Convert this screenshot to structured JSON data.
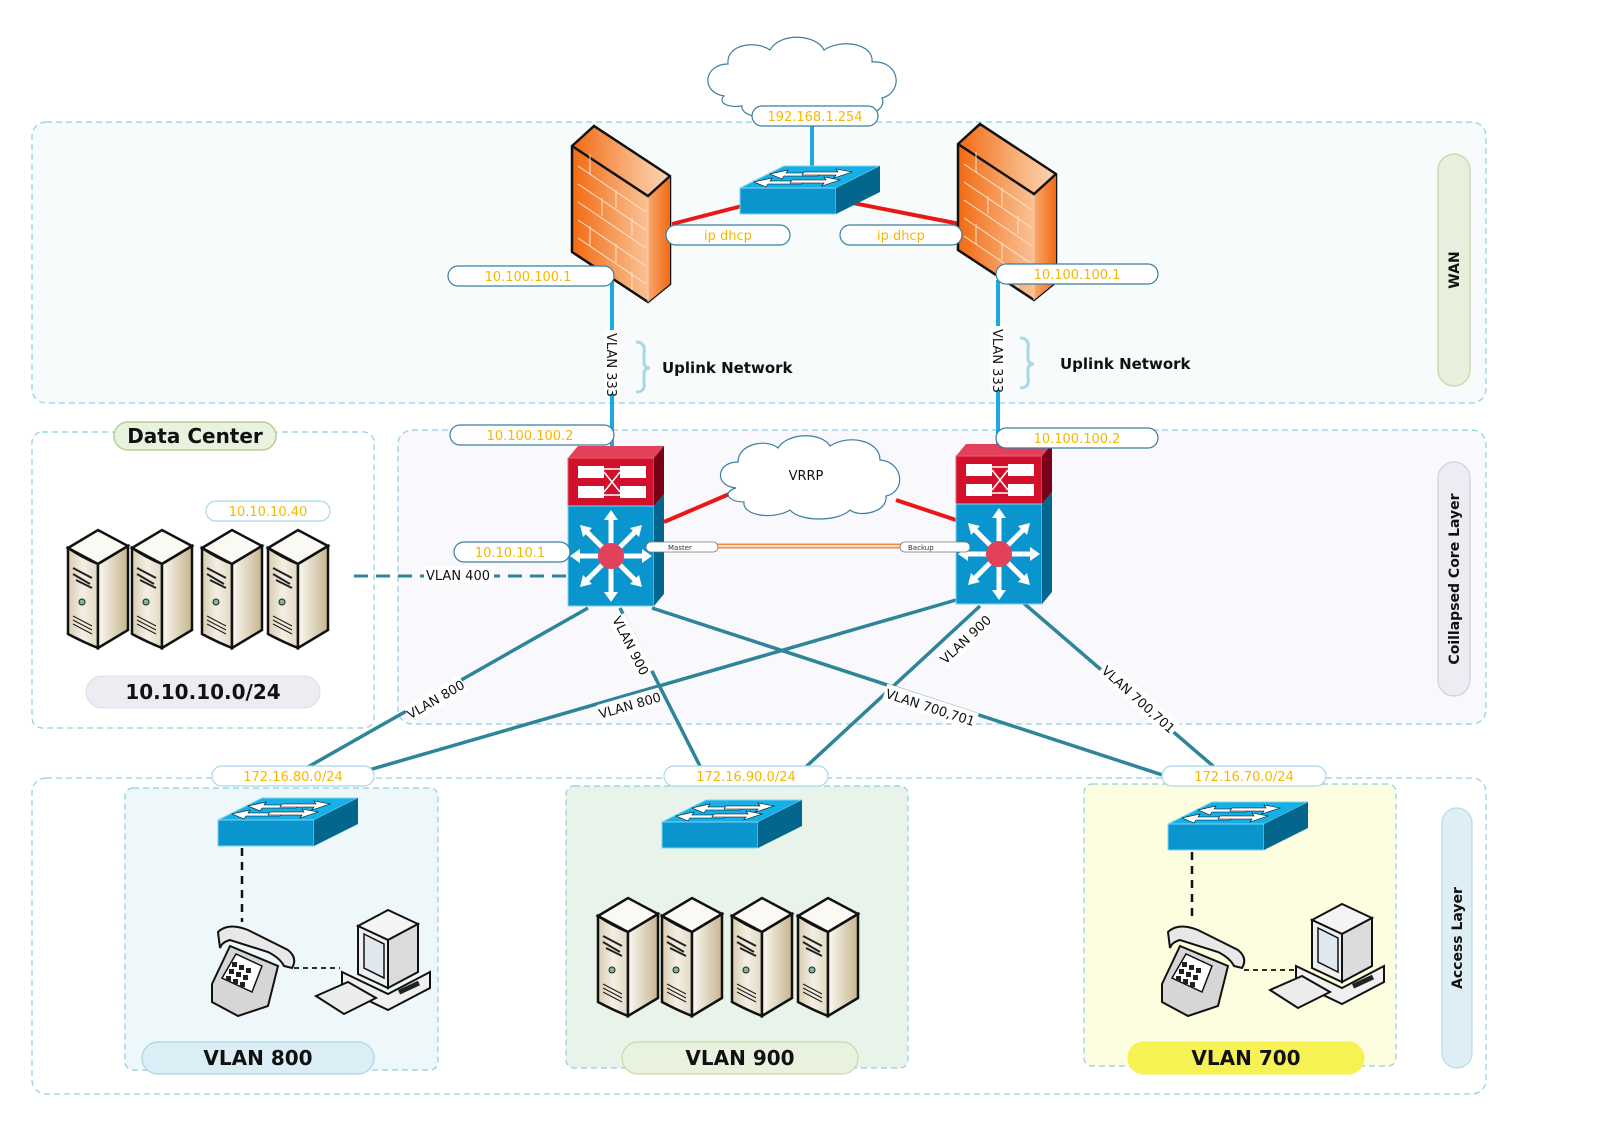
{
  "title": "Network Topology Diagram",
  "zones": {
    "wan": {
      "label": "WAN",
      "label_bg": "#e9efdd",
      "label_border": "#c4d7a4"
    },
    "core": {
      "label": "Coillapsed Core Layer",
      "label_bg": "#ececf3",
      "label_border": "#cfcfe0"
    },
    "access": {
      "label": "Access Layer",
      "label_bg": "#ddeef5",
      "label_border": "#b6dbe8"
    },
    "datacenter": {
      "title": "Data Center",
      "subnet": "10.10.10.0/24",
      "server_ip": "10.10.10.40"
    }
  },
  "internet": {
    "ip": "192.168.1.254"
  },
  "firewalls": [
    {
      "dhcp_label": "ip dhcp",
      "outside_ip": "10.100.100.1"
    },
    {
      "dhcp_label": "ip dhcp",
      "outside_ip": "10.100.100.1"
    }
  ],
  "uplinks": [
    {
      "vlan": "VLAN 333",
      "note": "Uplink Network"
    },
    {
      "vlan": "VLAN 333",
      "note": "Uplink Network"
    }
  ],
  "core_switches": [
    {
      "uplink_ip": "10.100.100.2",
      "dc_ip": "10.10.10.1",
      "role": "Master"
    },
    {
      "uplink_ip": "10.100.100.2",
      "role": "Backup"
    }
  ],
  "vrrp": {
    "label": "VRRP"
  },
  "dc_link": {
    "vlan": "VLAN 400"
  },
  "trunk_labels": {
    "c1_to_a800": "VLAN 800",
    "c2_to_a800": "VLAN 800",
    "c1_to_a900": "VLAN 900",
    "c2_to_a900": "VLAN 900",
    "c1_to_a700": "VLAN 700,701",
    "c2_to_a700": "VLAN 700,701"
  },
  "access_blocks": [
    {
      "subnet": "172.16.80.0/24",
      "vlan": "VLAN 800",
      "bg": "#eef7fa",
      "pill_bg": "#dbeef5",
      "pill_border": "#a9d5e5"
    },
    {
      "subnet": "172.16.90.0/24",
      "vlan": "VLAN 900",
      "bg": "#e8f4e9",
      "pill_bg": "#e9f2de",
      "pill_border": "#c6dba6"
    },
    {
      "subnet": "172.16.70.0/24",
      "vlan": "VLAN 700",
      "bg": "#fdfde0",
      "pill_bg": "#f7f253",
      "pill_border": "#f7f253"
    }
  ],
  "colors": {
    "ip_text": "#f5b800",
    "trunk": "#2e8599",
    "uplink": "#1ea8e0",
    "red_link": "#e81818",
    "zone_border": "#8fcfe0",
    "switch_top": "#16b0e8",
    "switch_front": "#0a95cf",
    "switch_side": "#03668c",
    "core_red": "#d0102c",
    "firewall": "#f58a3a"
  }
}
